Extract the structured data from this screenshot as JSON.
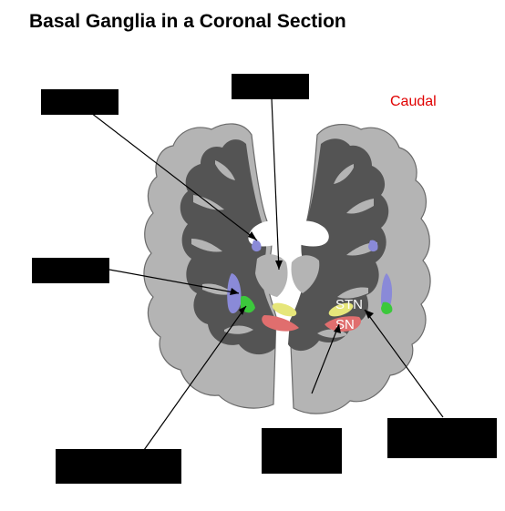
{
  "title": "Basal Ganglia in a Coronal Section",
  "orientation_label": "Caudal",
  "structure_labels": {
    "stn": "STN",
    "sn": "SN"
  },
  "colors": {
    "cortex_gray": "#b4b4b4",
    "white_matter": "#545454",
    "ventricle": "#ffffff",
    "globus_pallidus": "#e6e67a",
    "substantia_nigra": "#e06e6e",
    "putamen_blue": "#8a8ad8",
    "claustrum_green": "#3cc83c",
    "orientation_label_color": "#e00000",
    "label_mask": "#000000"
  },
  "label_boxes_count": 6
}
